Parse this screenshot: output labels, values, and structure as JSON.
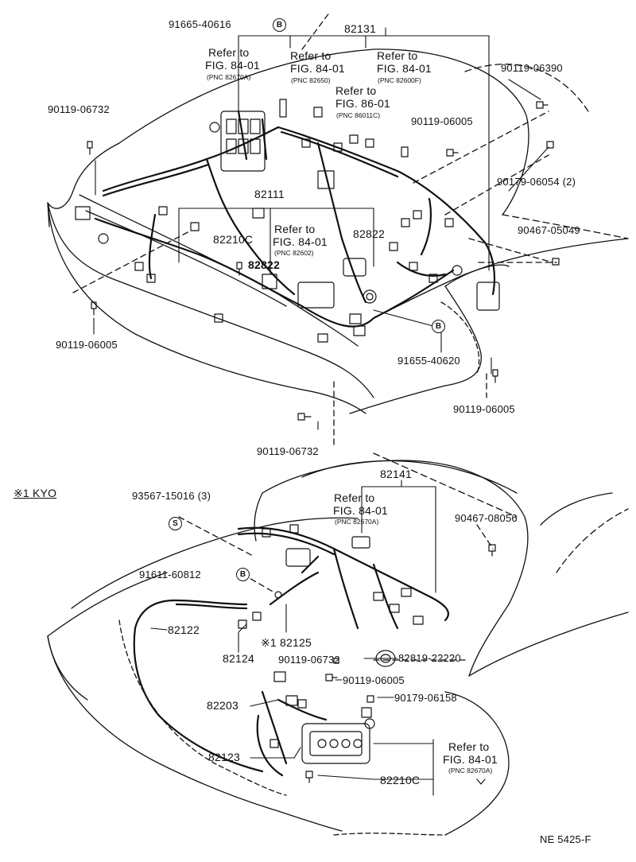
{
  "top": {
    "p91665": "91665-40616",
    "circle_b1": "B",
    "p82131": "82131",
    "refer1_a": "Refer to",
    "refer1_b": "FIG. 84-01",
    "refer1_c": "(PNC 82670A)",
    "refer2_a": "Refer to",
    "refer2_b": "FIG. 84-01",
    "refer2_c": "(PNC 82650)",
    "refer3_a": "Refer to",
    "refer3_b": "FIG. 84-01",
    "refer3_c": "(PNC 82600F)",
    "refer4_a": "Refer to",
    "refer4_b": "FIG. 86-01",
    "refer4_c": "(PNC 86011C)",
    "p90119_06390": "90119-06390",
    "p90119_06732_l": "90119-06732",
    "p90119_06005_t": "90119-06005",
    "p90179_06054": "90179-06054 (2)",
    "p82111": "82111",
    "p82210C": "82210C",
    "refer5_a": "Refer to",
    "refer5_b": "FIG. 84-01",
    "refer5_c": "(PNC 82602)",
    "p82822a": "82822",
    "p82822b": "82822",
    "p90467_05049": "90467-05049",
    "p90119_06005_l": "90119-06005",
    "circle_b2": "B",
    "p91655": "91655-40620",
    "p90119_06005_r": "90119-06005",
    "p90119_06732_b": "90119-06732"
  },
  "bottom": {
    "kyo": "※1 KYO",
    "p82141": "82141",
    "p93567": "93567-15016 (3)",
    "circle_s": "S",
    "refer6_a": "Refer to",
    "refer6_b": "FIG. 84-01",
    "refer6_c": "(PNC 82670A)",
    "p90467_08056": "90467-08056",
    "p91611": "91611-60812",
    "circle_b3": "B",
    "p82122": "82122",
    "p82125": "※1 82125",
    "p82124": "82124",
    "p90119_06732": "90119-06732",
    "p82819": "82819-22220",
    "p90119_06005": "90119-06005",
    "p82203": "82203",
    "p90179_06158": "90179-06158",
    "p82123": "82123",
    "refer7_a": "Refer to",
    "refer7_b": "FIG. 84-01",
    "refer7_c": "(PNC 82670A)",
    "p82210C": "82210C"
  },
  "footer": {
    "code": "NE 5425-F"
  }
}
